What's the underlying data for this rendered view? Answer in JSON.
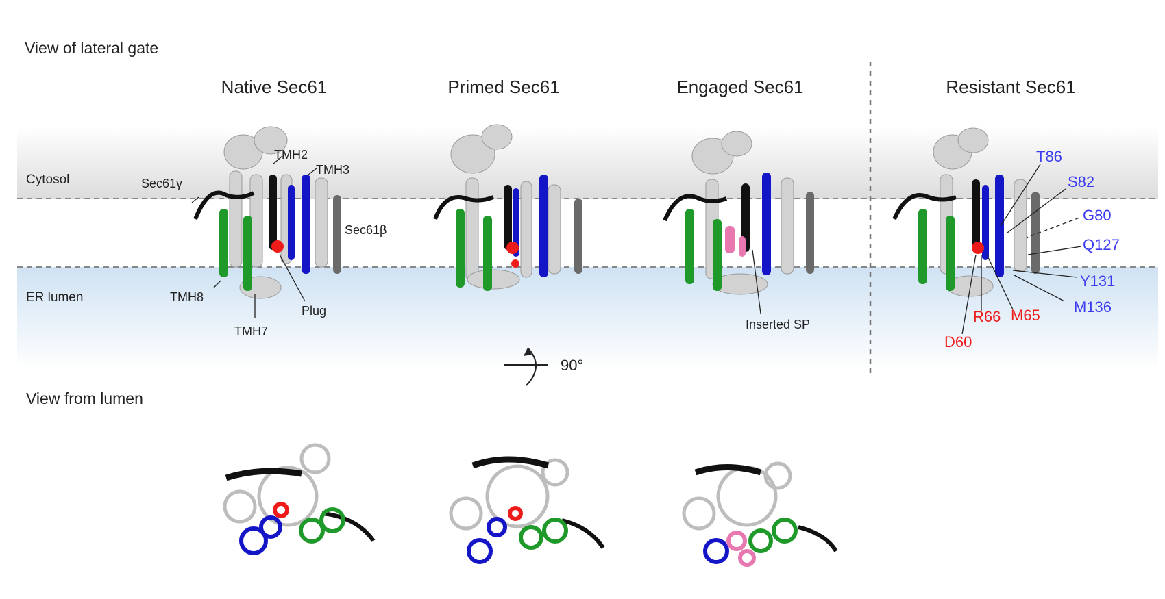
{
  "sections": {
    "lateral": "View of lateral gate",
    "lumen": "View from lumen"
  },
  "panels": [
    "Native Sec61",
    "Primed Sec61",
    "Engaged Sec61",
    "Resistant Sec61"
  ],
  "regions": {
    "cytosol": "Cytosol",
    "er_lumen": "ER lumen"
  },
  "native_labels": {
    "tmh2": "TMH2",
    "tmh3": "TMH3",
    "sec61g": "Sec61γ",
    "sec61b": "Sec61β",
    "tmh8": "TMH8",
    "tmh7": "TMH7",
    "plug": "Plug"
  },
  "engaged_labels": {
    "inserted_sp": "Inserted SP"
  },
  "rotation": "90°",
  "resistant_blue": [
    "T86",
    "S82",
    "G80",
    "Q127",
    "Y131",
    "M136"
  ],
  "resistant_red": [
    "R66",
    "M65",
    "D60"
  ],
  "colors": {
    "tmh2_3": "#1515c8",
    "tmh7_8": "#1f9a2a",
    "plug": "#ee1b1b",
    "signal_peptide": "#e879b0",
    "sec61g": "#111111",
    "sec61b": "#6a6a6a",
    "body": "#d4d4d4",
    "lumen_band": "#d6e7f5",
    "residue_blue": "#3b3bf0",
    "residue_red": "#ee1b1b"
  }
}
